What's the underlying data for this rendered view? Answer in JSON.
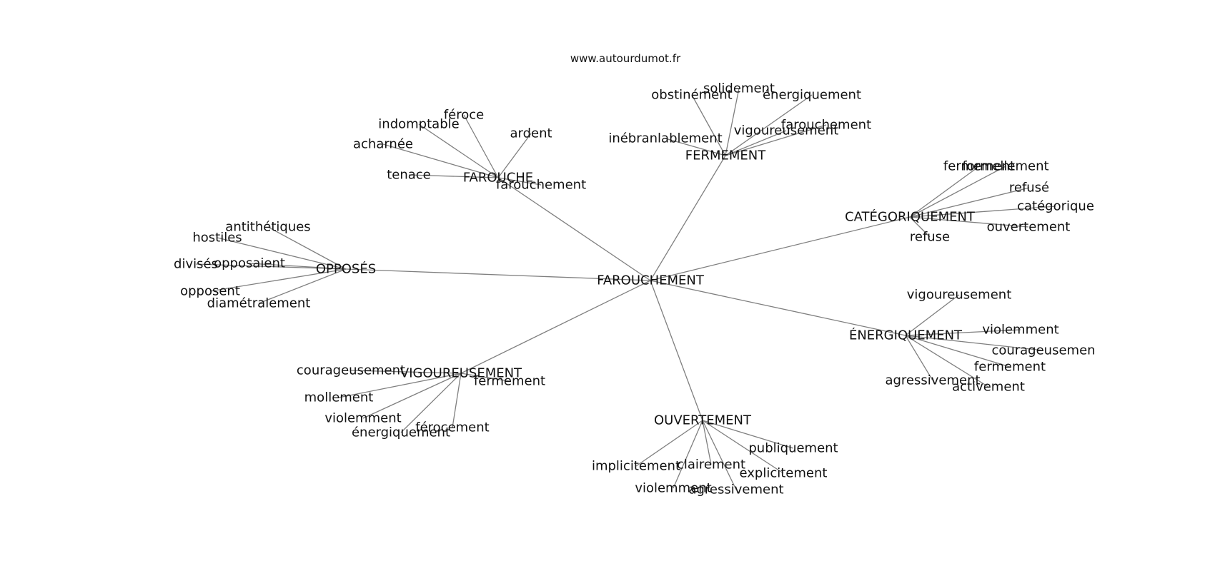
{
  "site": "www.autourdumot.fr",
  "center": "FAROUCHEMENT",
  "groups": [
    {
      "hub": "FAROUCHE",
      "words": [
        "féroce",
        "indomptable",
        "ardent",
        "acharnée",
        "tenace",
        "farouchement"
      ]
    },
    {
      "hub": "FERMEMENT",
      "words": [
        "solidement",
        "obstinément",
        "énergiquement",
        "farouchement",
        "vigoureusement",
        "inébranlablement"
      ]
    },
    {
      "hub": "CATÉGORIQUEMENT",
      "words": [
        "fermement",
        "formellement",
        "refusé",
        "catégorique",
        "ouvertement",
        "refuse"
      ]
    },
    {
      "hub": "OPPOSÉS",
      "words": [
        "antithétiques",
        "hostiles",
        "divisés",
        "opposaient",
        "opposent",
        "diamétralement"
      ]
    },
    {
      "hub": "ÉNERGIQUEMENT",
      "words": [
        "vigoureusement",
        "violemment",
        "courageusemen",
        "fermement",
        "agressivement",
        "activement"
      ]
    },
    {
      "hub": "VIGOUREUSEMENT",
      "words": [
        "courageusement",
        "fermement",
        "mollement",
        "violemment",
        "énergiquement",
        "férocement"
      ]
    },
    {
      "hub": "OUVERTEMENT",
      "words": [
        "publiquement",
        "implicitement",
        "clairement",
        "explicitement",
        "violemment",
        "agressivement"
      ]
    }
  ]
}
